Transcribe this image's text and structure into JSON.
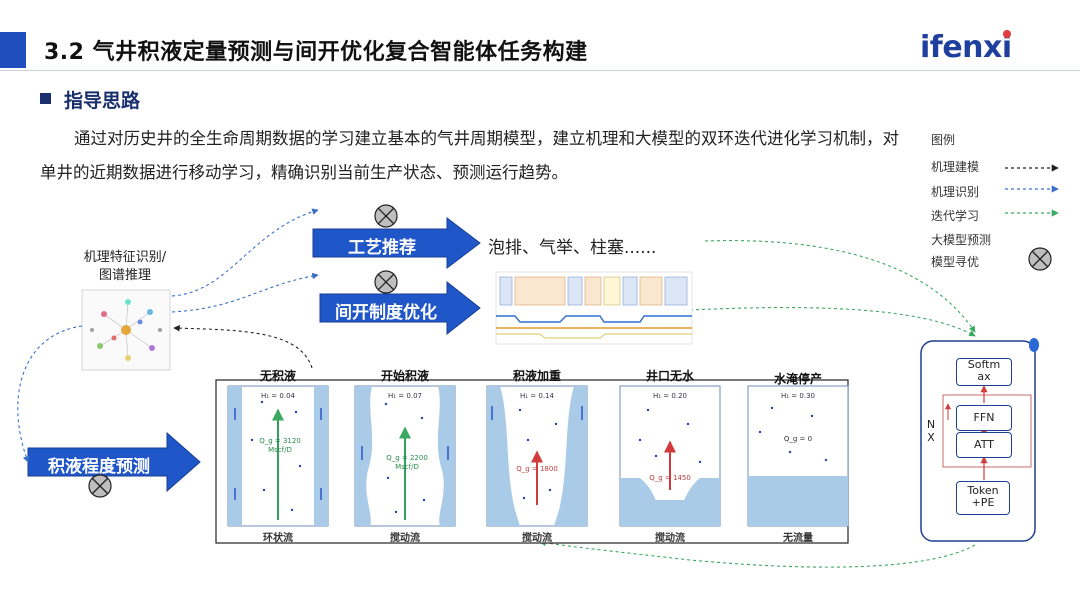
{
  "header": {
    "title": "3.2 气井积液定量预测与间开优化复合智能体任务构建",
    "logo": "ifenxi"
  },
  "section": {
    "heading": "指导思路",
    "paragraph": "通过对历史井的全生命周期数据的学习建立基本的气井周期模型，建立机理和大模型的双环迭代进化学习机制，对单井的近期数据进行移动学习，精确识别当前生产状态、预测运行趋势。"
  },
  "legend": {
    "title": "图例",
    "items": [
      {
        "label": "机理建模",
        "color": "#222222",
        "style": "dashed"
      },
      {
        "label": "机理识别",
        "color": "#3a6fc9",
        "style": "dashed"
      },
      {
        "label": "迭代学习",
        "color": "#3aa860",
        "style": "dashed"
      },
      {
        "label": "大模型预测",
        "color": "",
        "style": "none"
      },
      {
        "label": "模型寻优",
        "color": "#555555",
        "style": "circle-x"
      }
    ]
  },
  "diagram": {
    "feature_label": "机理特征识别/\n图谱推理",
    "arrows": [
      {
        "label": "工艺推荐"
      },
      {
        "label": "间开制度优化"
      },
      {
        "label": "积液程度预测"
      }
    ],
    "recommend_text": "泡排、气举、柱塞......",
    "stages": [
      {
        "name": "无积液",
        "h": "H₁ = 0.04",
        "q": "Q_g = 3120 Mscf/D",
        "flow": "环状流"
      },
      {
        "name": "开始积液",
        "h": "H₁ = 0.07",
        "q": "Q_g = 2200 Mscf/D",
        "flow": "搅动流"
      },
      {
        "name": "积液加重",
        "h": "H₁ = 0.14",
        "q": "Q_g = 1800",
        "flow": "搅动流"
      },
      {
        "name": "井口无水",
        "h": "H₁ = 0.20",
        "q": "Q_g = 1450",
        "flow": "搅动流"
      },
      {
        "name": "水淹停产",
        "h": "H₁ = 0.30",
        "q": "Q_g = 0",
        "flow": "无流量"
      }
    ],
    "transformer": {
      "softmax": "Softm\nax",
      "ffn": "FFN",
      "att": "ATT",
      "token": "Token\n+PE",
      "nx": "N\nX"
    }
  }
}
